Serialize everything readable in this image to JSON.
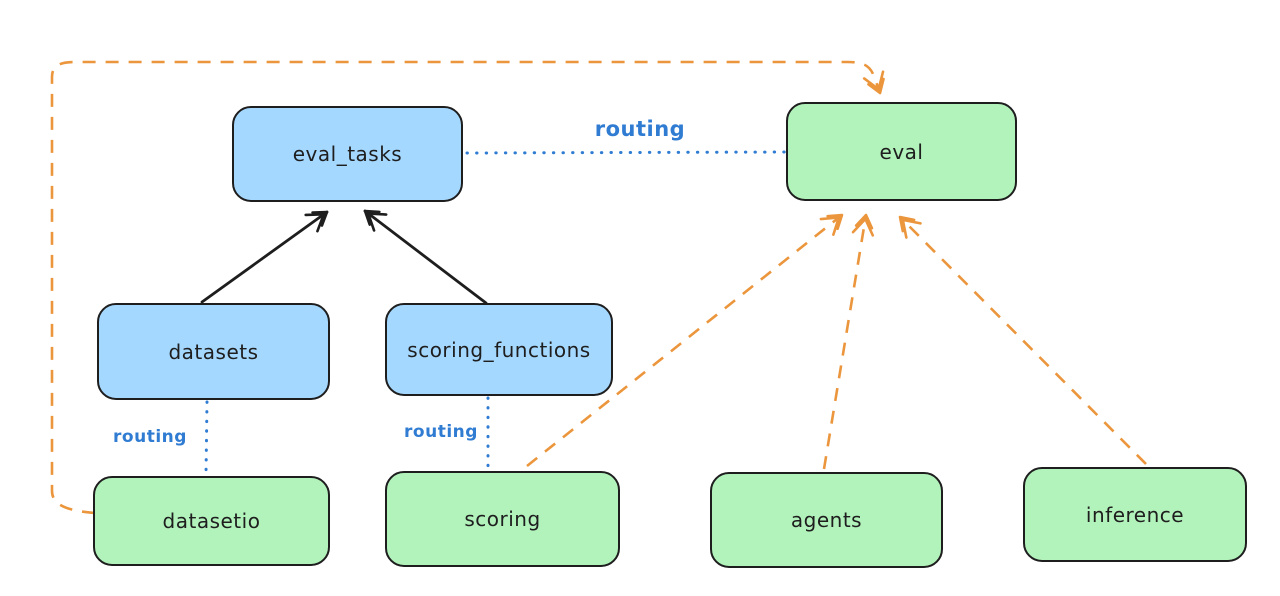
{
  "diagram": {
    "nodes": [
      {
        "id": "eval_tasks",
        "label": "eval_tasks",
        "fill": "#a5d8ff"
      },
      {
        "id": "eval",
        "label": "eval",
        "fill": "#b2f2bb"
      },
      {
        "id": "datasets",
        "label": "datasets",
        "fill": "#a5d8ff"
      },
      {
        "id": "scoring_functions",
        "label": "scoring_functions",
        "fill": "#a5d8ff"
      },
      {
        "id": "datasetio",
        "label": "datasetio",
        "fill": "#b2f2bb"
      },
      {
        "id": "scoring",
        "label": "scoring",
        "fill": "#b2f2bb"
      },
      {
        "id": "agents",
        "label": "agents",
        "fill": "#b2f2bb"
      },
      {
        "id": "inference",
        "label": "inference",
        "fill": "#b2f2bb"
      }
    ],
    "edges": [
      {
        "from": "datasets",
        "to": "eval_tasks",
        "style": "solid",
        "color": "#1e1e1e",
        "arrow": true,
        "label": ""
      },
      {
        "from": "scoring_functions",
        "to": "eval_tasks",
        "style": "solid",
        "color": "#1e1e1e",
        "arrow": true,
        "label": ""
      },
      {
        "from": "eval_tasks",
        "to": "eval",
        "style": "dotted",
        "color": "#2f7cd2",
        "arrow": false,
        "label": "routing"
      },
      {
        "from": "datasets",
        "to": "datasetio",
        "style": "dotted",
        "color": "#2f7cd2",
        "arrow": false,
        "label": "routing"
      },
      {
        "from": "scoring_functions",
        "to": "scoring",
        "style": "dotted",
        "color": "#2f7cd2",
        "arrow": false,
        "label": "routing"
      },
      {
        "from": "datasetio",
        "to": "eval",
        "style": "dashed",
        "color": "#eb963c",
        "arrow": true,
        "label": ""
      },
      {
        "from": "scoring",
        "to": "eval",
        "style": "dashed",
        "color": "#eb963c",
        "arrow": true,
        "label": ""
      },
      {
        "from": "agents",
        "to": "eval",
        "style": "dashed",
        "color": "#eb963c",
        "arrow": true,
        "label": ""
      },
      {
        "from": "inference",
        "to": "eval",
        "style": "dashed",
        "color": "#eb963c",
        "arrow": true,
        "label": ""
      }
    ],
    "colors": {
      "node_blue_fill": "#a5d8ff",
      "node_green_fill": "#b2f2bb",
      "node_stroke": "#1e1e1e",
      "routing_blue": "#2f7cd2",
      "dashed_orange": "#eb963c",
      "background": "#ffffff"
    }
  }
}
